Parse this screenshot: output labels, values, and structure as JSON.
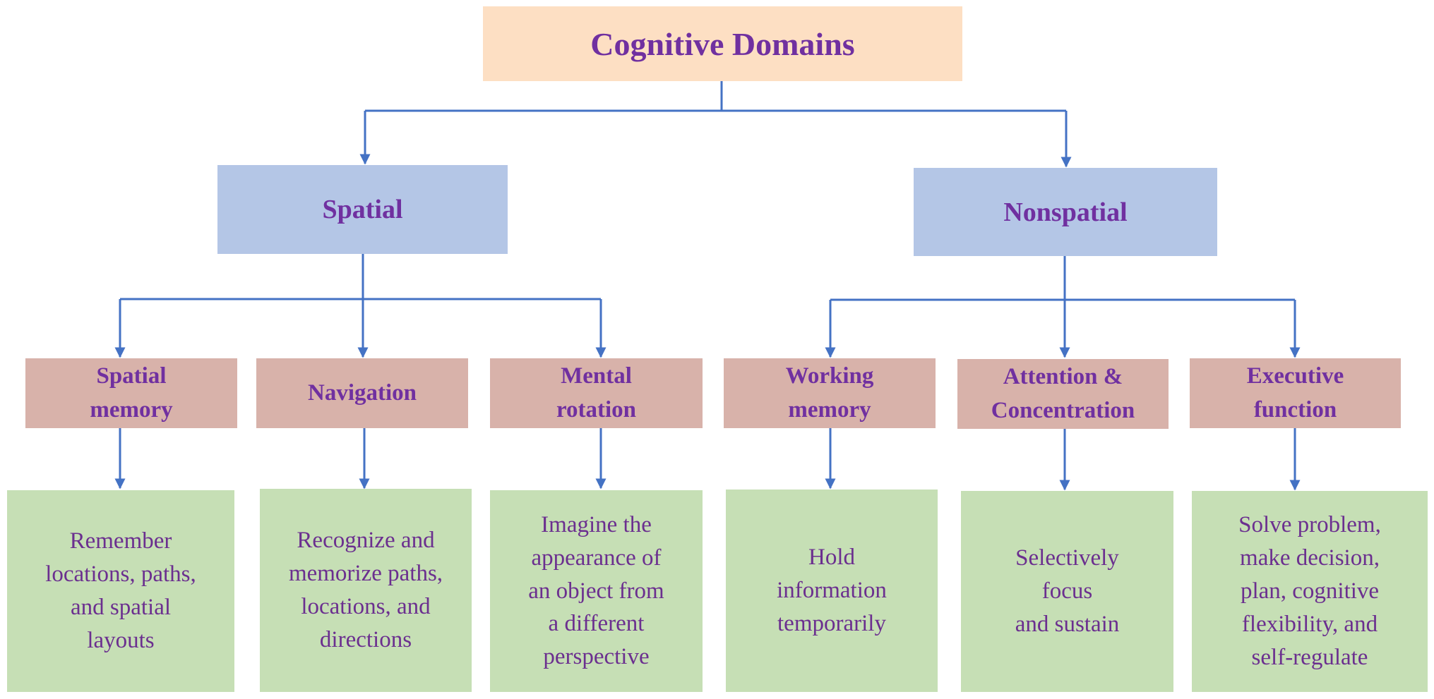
{
  "title": "Cognitive Domains",
  "colors": {
    "root_fill": "#fddfc3",
    "category_fill": "#b4c6e6",
    "domain_fill": "#d8b2aa",
    "description_fill": "#c6dfb5",
    "text": "#7030a0",
    "connector": "#4472c4"
  },
  "categories": [
    {
      "label": "Spatial",
      "domains": [
        {
          "label": "Spatial\nmemory",
          "description": "Remember\nlocations, paths,\nand spatial\nlayouts"
        },
        {
          "label": "Navigation",
          "description": "Recognize and\nmemorize paths,\nlocations, and\ndirections"
        },
        {
          "label": "Mental\nrotation",
          "description": "Imagine the\nappearance of\nan object from\na different\nperspective"
        }
      ]
    },
    {
      "label": "Nonspatial",
      "domains": [
        {
          "label": "Working\nmemory",
          "description": "Hold\ninformation\ntemporarily"
        },
        {
          "label": "Attention &\nConcentration",
          "description": "Selectively\nfocus\nand sustain"
        },
        {
          "label": "Executive\nfunction",
          "description": "Solve problem,\nmake decision,\nplan, cognitive\nflexibility, and\nself-regulate"
        }
      ]
    }
  ]
}
